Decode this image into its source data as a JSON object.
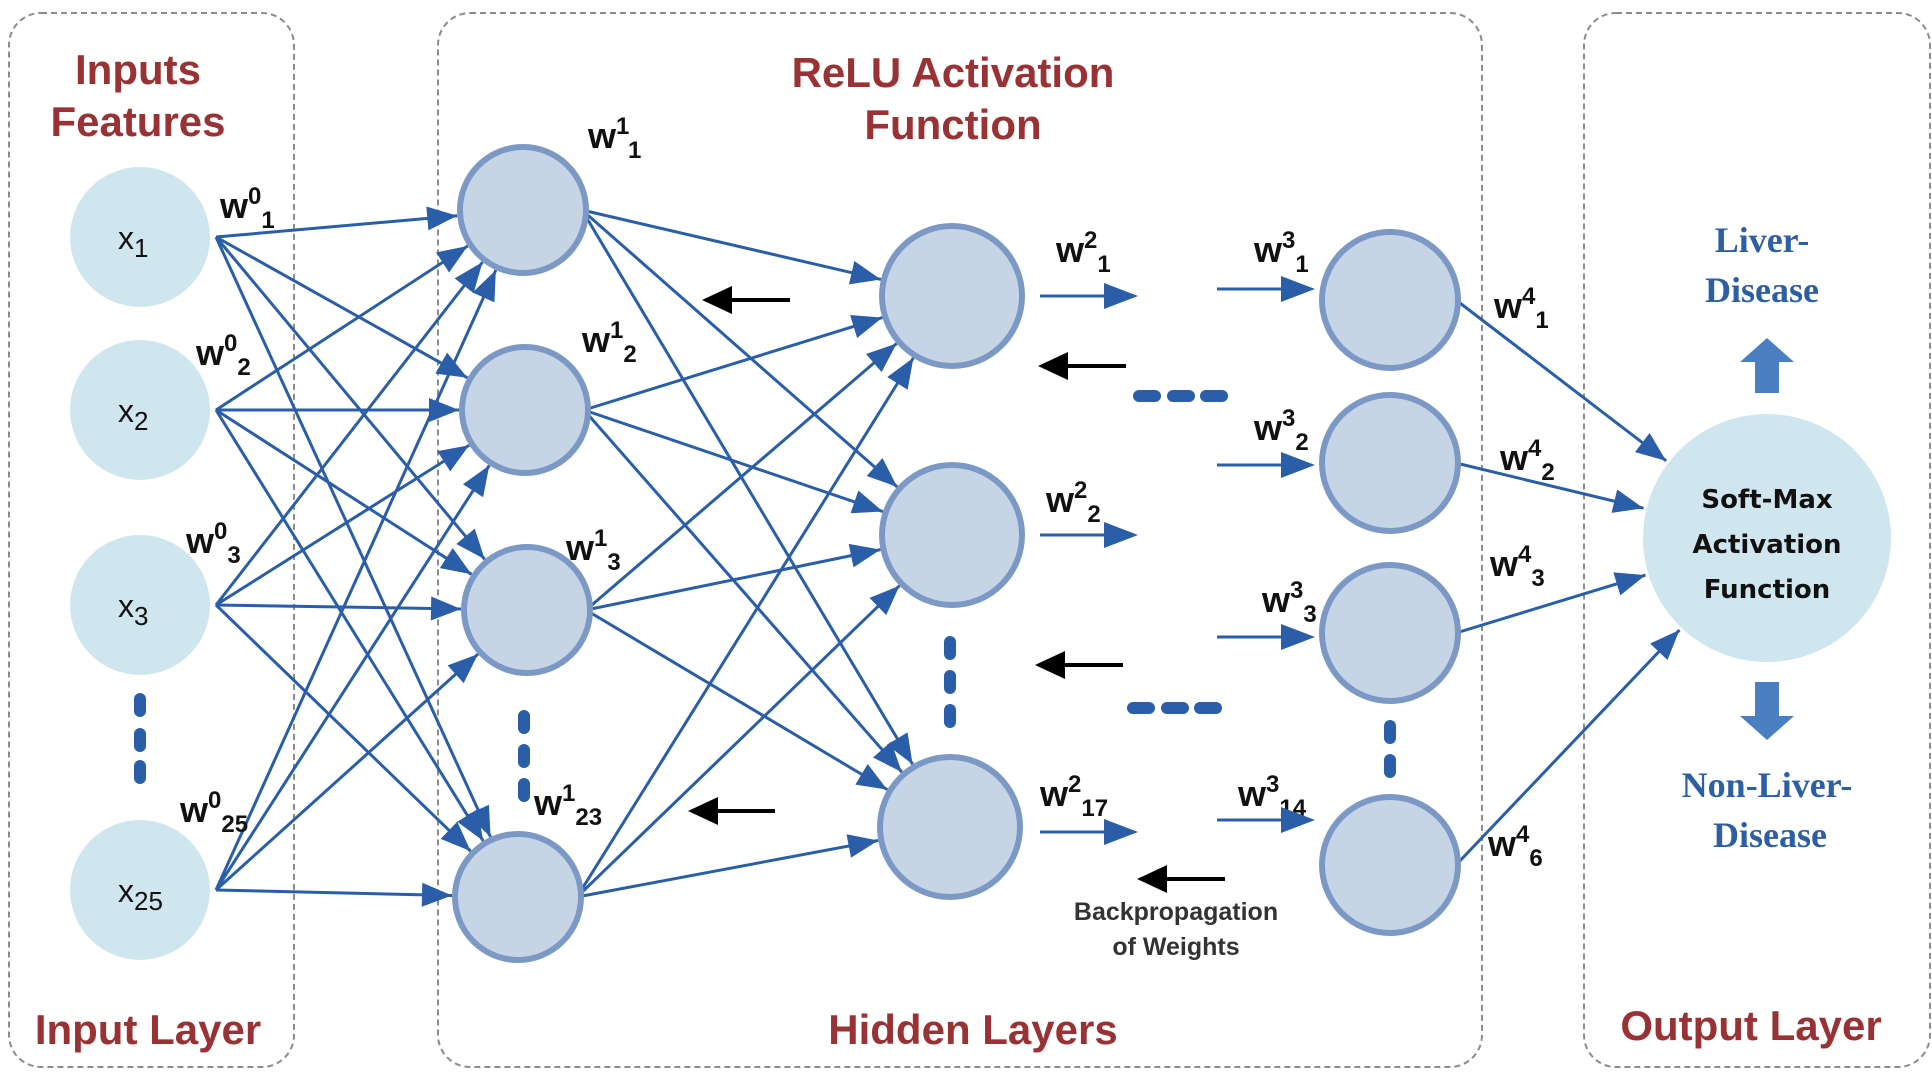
{
  "panels": {
    "input": {
      "title_lines": [
        "Inputs",
        "Features"
      ],
      "footer": "Input Layer"
    },
    "hidden": {
      "title_lines": [
        "ReLU Activation",
        "Function"
      ],
      "footer": "Hidden Layers"
    },
    "output": {
      "footer": "Output Layer"
    }
  },
  "input_nodes": [
    {
      "base": "x",
      "sub": "1"
    },
    {
      "base": "x",
      "sub": "2"
    },
    {
      "base": "x",
      "sub": "3"
    },
    {
      "base": "x",
      "sub": "25"
    }
  ],
  "weights": {
    "layer0": [
      {
        "sup": "0",
        "sub": "1"
      },
      {
        "sup": "0",
        "sub": "2"
      },
      {
        "sup": "0",
        "sub": "3"
      },
      {
        "sup": "0",
        "sub": "25"
      }
    ],
    "layer1": [
      {
        "sup": "1",
        "sub": "1"
      },
      {
        "sup": "1",
        "sub": "2"
      },
      {
        "sup": "1",
        "sub": "3"
      },
      {
        "sup": "1",
        "sub": "23"
      }
    ],
    "layer2": [
      {
        "sup": "2",
        "sub": "1"
      },
      {
        "sup": "2",
        "sub": "2"
      },
      {
        "sup": "2",
        "sub": "17"
      }
    ],
    "layer3": [
      {
        "sup": "3",
        "sub": "1"
      },
      {
        "sup": "3",
        "sub": "2"
      },
      {
        "sup": "3",
        "sub": "3"
      },
      {
        "sup": "3",
        "sub": "14"
      }
    ],
    "layer4": [
      {
        "sup": "4",
        "sub": "1"
      },
      {
        "sup": "4",
        "sub": "2"
      },
      {
        "sup": "4",
        "sub": "3"
      },
      {
        "sup": "4",
        "sub": "6"
      }
    ],
    "base": "w"
  },
  "hidden_layers": {
    "layer1_visible_nodes": 4,
    "layer2_visible_nodes": 3,
    "layer3_visible_nodes": 4
  },
  "output_node": {
    "lines": [
      "Soft-Max",
      "Activation",
      "Function"
    ]
  },
  "classes": {
    "positive": [
      "Liver-",
      "Disease"
    ],
    "negative": [
      "Non-Liver-",
      "Disease"
    ]
  },
  "backprop_note": [
    "Backpropagation",
    "of Weights"
  ],
  "colors": {
    "title_red": "#983234",
    "edge_blue": "#2a5ea8",
    "class_blue": "#2e5fa3",
    "input_fill": "#cfe6ee",
    "hidden_fill": "#c6d5e6",
    "hidden_stroke": "#7b99c4"
  }
}
